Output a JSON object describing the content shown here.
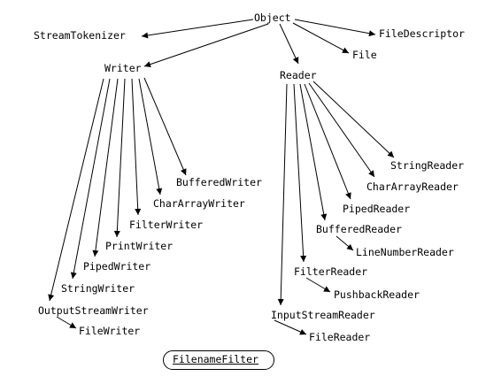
{
  "diagram": {
    "nodes": [
      {
        "id": "object",
        "label": "Object"
      },
      {
        "id": "streamtokenizer",
        "label": "StreamTokenizer"
      },
      {
        "id": "filedescriptor",
        "label": "FileDescriptor"
      },
      {
        "id": "file",
        "label": "File"
      },
      {
        "id": "writer",
        "label": "Writer"
      },
      {
        "id": "reader",
        "label": "Reader"
      },
      {
        "id": "bufferedwriter",
        "label": "BufferedWriter"
      },
      {
        "id": "chararraywriter",
        "label": "CharArrayWriter"
      },
      {
        "id": "filterwriter",
        "label": "FilterWriter"
      },
      {
        "id": "printwriter",
        "label": "PrintWriter"
      },
      {
        "id": "pipedwriter",
        "label": "PipedWriter"
      },
      {
        "id": "stringwriter",
        "label": "StringWriter"
      },
      {
        "id": "outputstreamwriter",
        "label": "OutputStreamWriter"
      },
      {
        "id": "filewriter",
        "label": "FileWriter"
      },
      {
        "id": "stringreader",
        "label": "StringReader"
      },
      {
        "id": "chararrayreader",
        "label": "CharArrayReader"
      },
      {
        "id": "pipedreader",
        "label": "PipedReader"
      },
      {
        "id": "bufferedreader",
        "label": "BufferedReader"
      },
      {
        "id": "linenumberreader",
        "label": "LineNumberReader"
      },
      {
        "id": "filterreader",
        "label": "FilterReader"
      },
      {
        "id": "pushbackreader",
        "label": "PushbackReader"
      },
      {
        "id": "inputstreamreader",
        "label": "InputStreamReader"
      },
      {
        "id": "filereader",
        "label": "FileReader"
      }
    ],
    "edges": [
      {
        "from": "object",
        "to": "streamtokenizer"
      },
      {
        "from": "object",
        "to": "filedescriptor"
      },
      {
        "from": "object",
        "to": "file"
      },
      {
        "from": "object",
        "to": "writer"
      },
      {
        "from": "object",
        "to": "reader"
      },
      {
        "from": "writer",
        "to": "bufferedwriter"
      },
      {
        "from": "writer",
        "to": "chararraywriter"
      },
      {
        "from": "writer",
        "to": "filterwriter"
      },
      {
        "from": "writer",
        "to": "printwriter"
      },
      {
        "from": "writer",
        "to": "pipedwriter"
      },
      {
        "from": "writer",
        "to": "stringwriter"
      },
      {
        "from": "writer",
        "to": "outputstreamwriter"
      },
      {
        "from": "outputstreamwriter",
        "to": "filewriter"
      },
      {
        "from": "reader",
        "to": "stringreader"
      },
      {
        "from": "reader",
        "to": "chararrayreader"
      },
      {
        "from": "reader",
        "to": "pipedreader"
      },
      {
        "from": "reader",
        "to": "bufferedreader"
      },
      {
        "from": "bufferedreader",
        "to": "linenumberreader"
      },
      {
        "from": "reader",
        "to": "filterreader"
      },
      {
        "from": "filterreader",
        "to": "pushbackreader"
      },
      {
        "from": "reader",
        "to": "inputstreamreader"
      },
      {
        "from": "inputstreamreader",
        "to": "filereader"
      }
    ],
    "interface": {
      "label": "FilenameFilter",
      "underlined_parts": [
        "File",
        "name",
        "Filter"
      ]
    }
  }
}
